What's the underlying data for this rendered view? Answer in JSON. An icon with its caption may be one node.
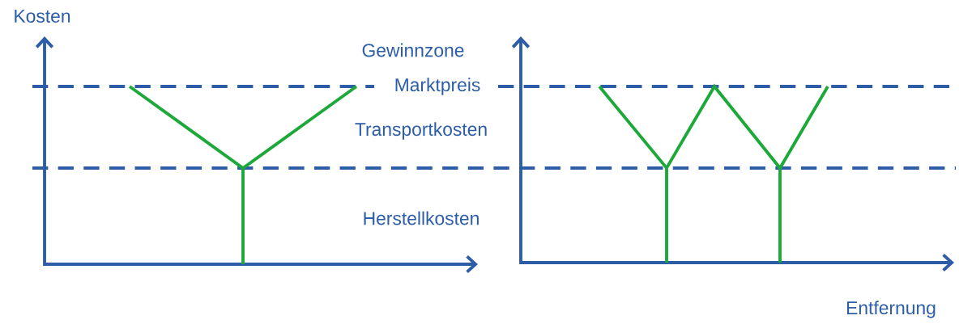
{
  "diagram": {
    "labels": [
      "Kosten",
      "Gewinnzone",
      "Marktpreis",
      "Transportkosten",
      "Herstellkosten",
      "Entfernung"
    ]
  }
}
